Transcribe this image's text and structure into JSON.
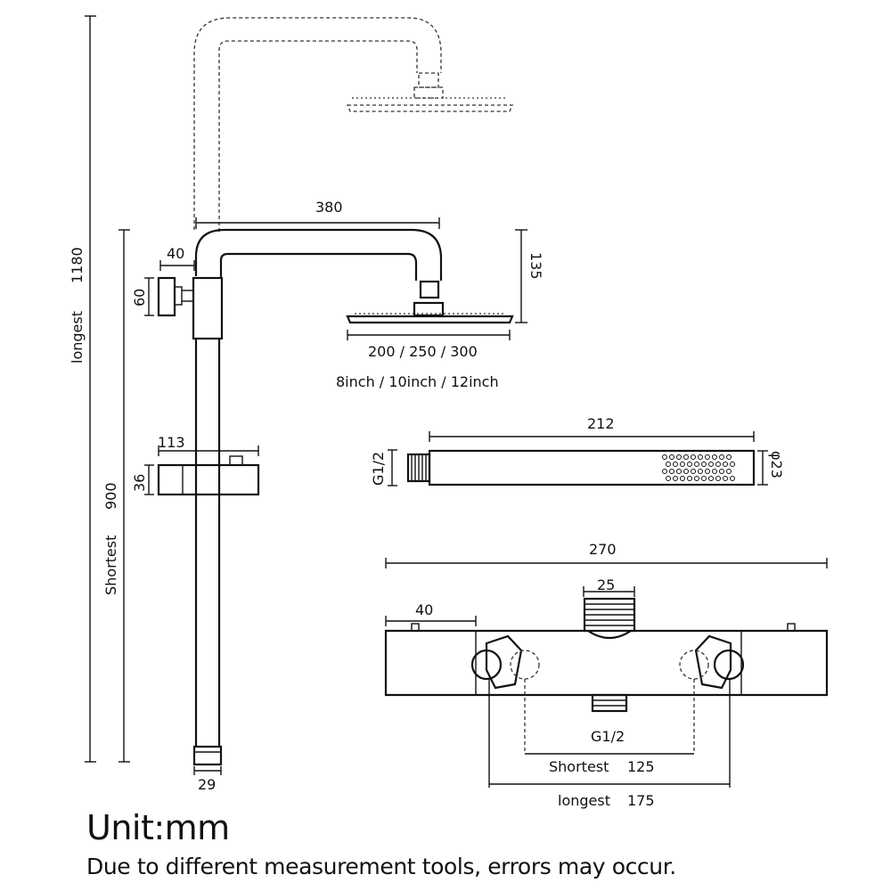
{
  "diagram": {
    "longest_label": "longest",
    "longest_value": "1180",
    "shortest_label": "Shortest",
    "shortest_value": "900",
    "arm_width": "380",
    "bracket_offset": "40",
    "bracket_height": "60",
    "head_drop": "135",
    "head_sizes_mm": "200 / 250 / 300",
    "head_sizes_in": "8inch / 10inch / 12inch",
    "holder_width": "113",
    "holder_height": "36",
    "pipe_diameter": "29",
    "handheld_length": "212",
    "handheld_thread": "G1/2",
    "handheld_diameter": "φ23",
    "valve_width": "270",
    "valve_top_outlet": "25",
    "valve_end_cap": "40",
    "valve_inlet": "G1/2",
    "valve_shortest_label": "Shortest",
    "valve_shortest_value": "125",
    "valve_longest_label": "longest",
    "valve_longest_value": "175"
  },
  "caption": {
    "unit": "Unit:mm",
    "note": "Due to different measurement tools, errors may occur."
  }
}
